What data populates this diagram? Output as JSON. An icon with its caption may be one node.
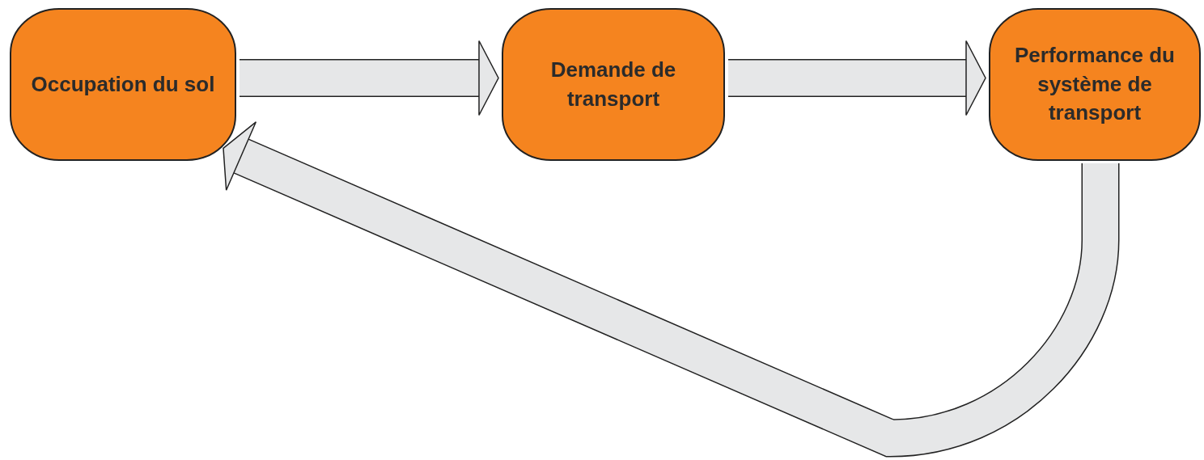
{
  "diagram": {
    "nodes": [
      {
        "text": [
          "Occupation du sol"
        ]
      },
      {
        "text": [
          "Demande de transport"
        ]
      },
      {
        "text": [
          "Performance du système de transport"
        ]
      }
    ],
    "edges": [
      {
        "from": 0,
        "to": 1,
        "arrow": "to"
      },
      {
        "from": 1,
        "to": 2,
        "arrow": "to"
      },
      {
        "from": 2,
        "to": 0,
        "arrow": "to"
      }
    ]
  }
}
